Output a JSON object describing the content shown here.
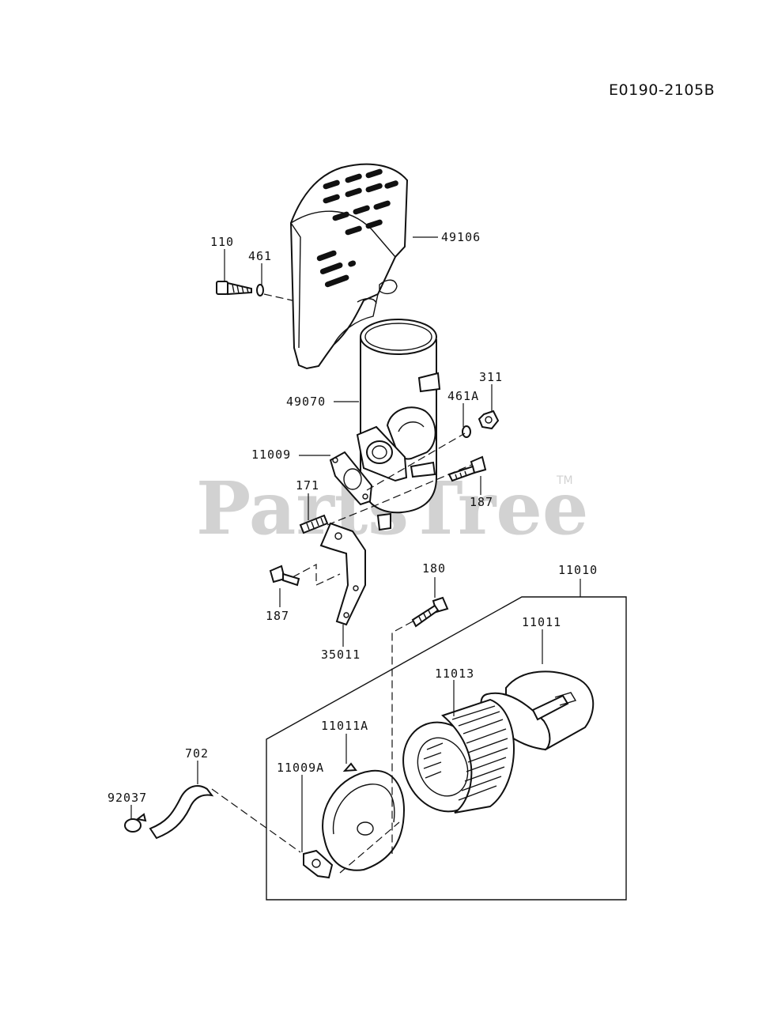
{
  "diagram_code": "E0190-2105B",
  "watermark": {
    "brand": "PartsTree",
    "trademark": "TM"
  },
  "part_labels": {
    "p49106": "49106",
    "p110": "110",
    "p461": "461",
    "p49070": "49070",
    "p311": "311",
    "p461a": "461A",
    "p11009": "11009",
    "p171": "171",
    "p187_right": "187",
    "p187_left": "187",
    "p35011": "35011",
    "p180": "180",
    "p11010": "11010",
    "p11011": "11011",
    "p11013": "11013",
    "p11011a": "11011A",
    "p11009a": "11009A",
    "p702": "702",
    "p92037": "92037"
  }
}
